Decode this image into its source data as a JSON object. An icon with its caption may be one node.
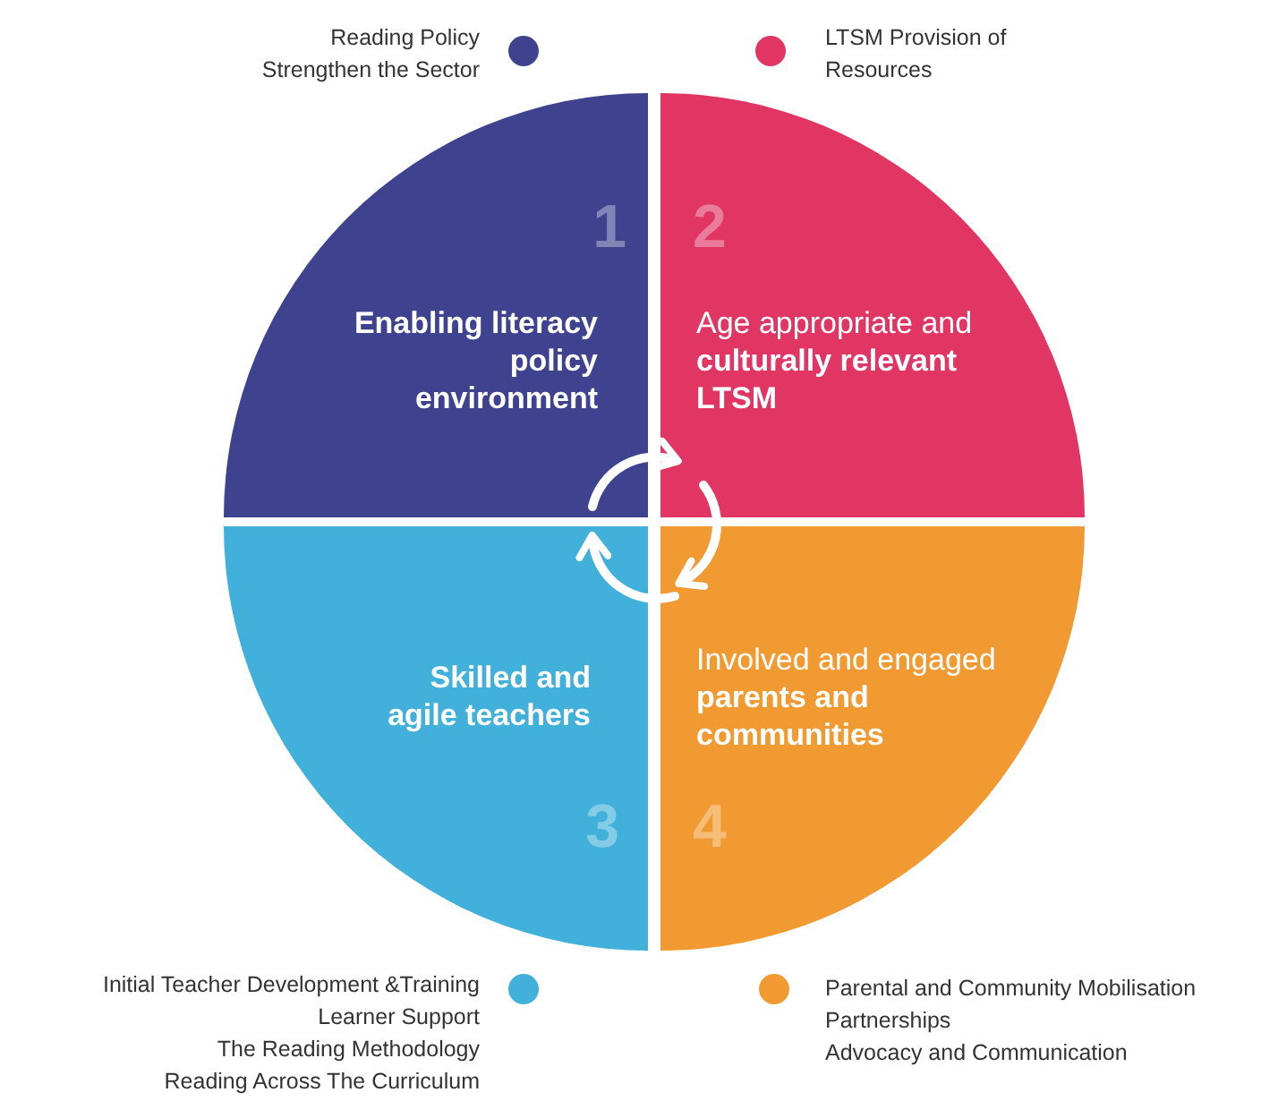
{
  "diagram": {
    "nodes": [
      {
        "text": [
          "1",
          "Enabling literacy policy environment"
        ],
        "beside": [
          "Reading Policy",
          "Strengthen the Sector"
        ]
      },
      {
        "text": [
          "2",
          "Age appropriate and **culturally relevant LTSM**"
        ],
        "beside": [
          "LTSM Provision of Resources"
        ]
      },
      {
        "text": [
          "Skilled and agile teachers",
          "3"
        ],
        "beside": [
          "Initial Teacher Development &Training",
          "Learner Support",
          "The Reading Methodology",
          "Reading Across The Curriculum"
        ]
      },
      {
        "text": [
          "Involved and engaged **parents and communities**",
          "4"
        ],
        "beside": [
          "Parental and Community Mobilisation",
          "Partnerships",
          "Advocacy and Communication"
        ]
      }
    ],
    "edges": [
      {
        "from": 0,
        "to": 1,
        "arrow": "to"
      },
      {
        "from": 1,
        "to": 3,
        "arrow": "to"
      },
      {
        "from": 3,
        "to": 2,
        "arrow": "to"
      }
    ]
  }
}
